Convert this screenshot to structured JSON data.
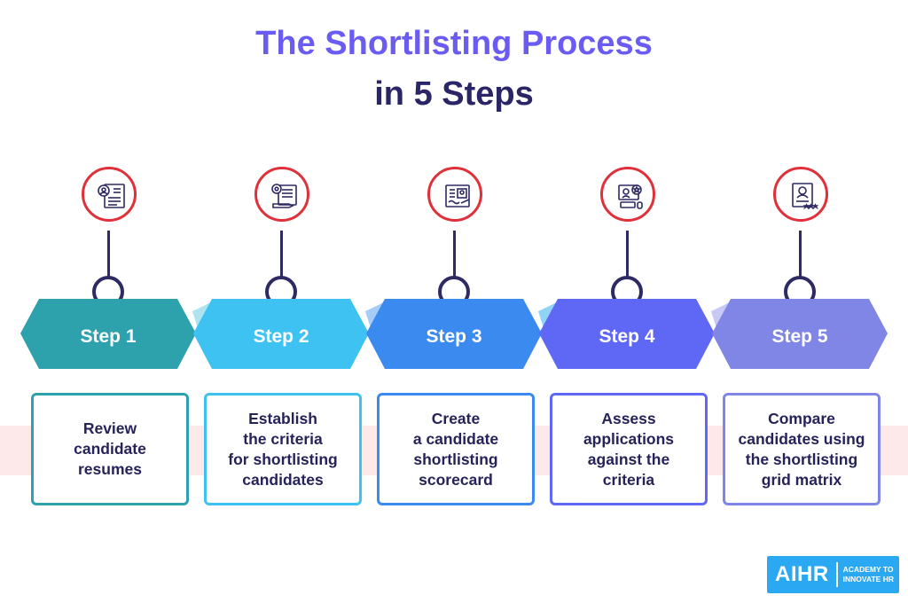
{
  "title": {
    "line1": "The Shortlisting Process",
    "line2": "in 5 Steps",
    "line1_color": "#6a5cf2",
    "line2_color": "#2a2566"
  },
  "steps": [
    {
      "label": "Step 1",
      "text": "Review\ncandidate\nresumes",
      "color": "#2da2ad",
      "icon": "resume-review-icon"
    },
    {
      "label": "Step 2",
      "text": "Establish\nthe criteria\nfor shortlisting\ncandidates",
      "color": "#3ec2f2",
      "icon": "criteria-document-icon"
    },
    {
      "label": "Step 3",
      "text": "Create\na candidate\nshortlisting\nscorecard",
      "color": "#3b8af0",
      "icon": "scorecard-icon"
    },
    {
      "label": "Step 4",
      "text": "Assess\napplications\nagainst the\ncriteria",
      "color": "#5f67f5",
      "icon": "computer-assessment-icon"
    },
    {
      "label": "Step 5",
      "text": "Compare\ncandidates using\nthe shortlisting\ngrid matrix",
      "color": "#7f86e6",
      "icon": "rating-grid-icon"
    }
  ],
  "accent_color": "#e0303a",
  "connector_color": "#2e2a63",
  "logo": {
    "wordmark": "AIHR",
    "tagline": "ACADEMY TO\nINNOVATE HR",
    "color": "#2aa8f2"
  }
}
